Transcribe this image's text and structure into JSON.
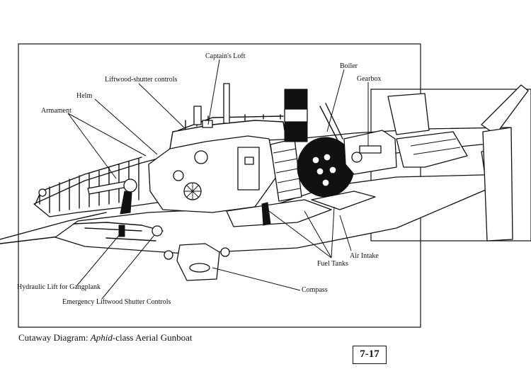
{
  "labels": {
    "captains_loft": "Captain's Loft",
    "liftwood_shutter_controls": "Liftwood-shutter controls",
    "helm": "Helm",
    "armament": "Armament",
    "boiler": "Boiler",
    "gearbox": "Gearbox",
    "air_intake": "Air Intake",
    "fuel_tanks": "Fuel Tanks",
    "compass": "Compass",
    "hydraulic_lift": "Hydraulic Lift  for  Gangplank",
    "emergency_controls": "Emergency Liftwood Shutter Controls"
  },
  "caption": {
    "prefix": "Cutaway Diagram: ",
    "ship_class": "Aphid",
    "suffix": "-class Aerial Gunboat"
  },
  "page_number": "7-17"
}
